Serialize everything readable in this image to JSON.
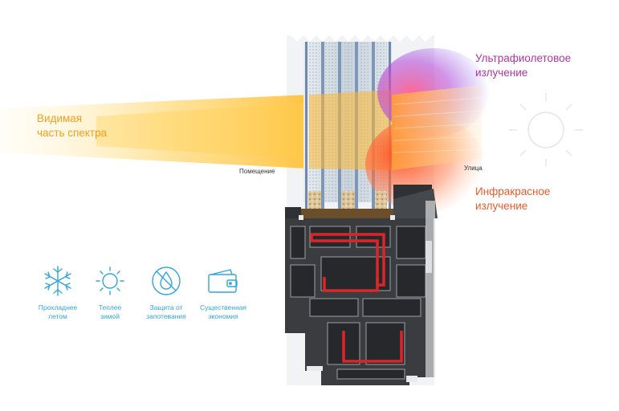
{
  "labels": {
    "visible_line1": "Видимая",
    "visible_line2": "часть спектра",
    "uv_line1": "Ультрафиолетовое",
    "uv_line2": "излучение",
    "ir_line1": "Инфракрасное",
    "ir_line2": "излучение",
    "room": "Помещение",
    "street": "Улица"
  },
  "features": [
    {
      "icon": "snowflake-icon",
      "line1": "Прохладнее",
      "line2": "летом"
    },
    {
      "icon": "sun-icon",
      "line1": "Теплее",
      "line2": "зимой"
    },
    {
      "icon": "no-drop-icon",
      "line1": "Защита от",
      "line2": "запотевания"
    },
    {
      "icon": "wallet-icon",
      "line1": "Существенная",
      "line2": "экономия"
    }
  ],
  "colors": {
    "visible_text": "#f0a020",
    "uv_text": "#b0369e",
    "ir_text": "#ec5a2a",
    "feature_icons": "#2fa6dc"
  }
}
